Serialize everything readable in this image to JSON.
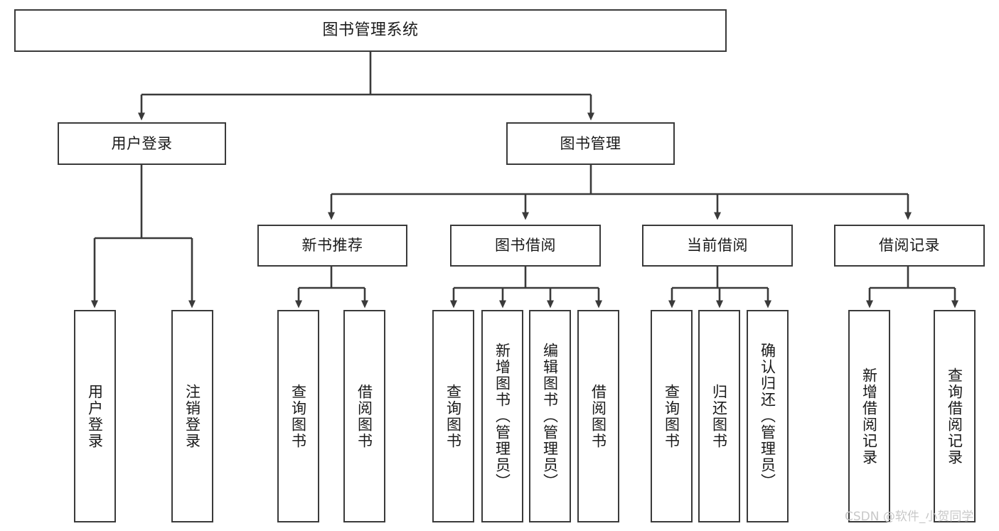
{
  "diagram": {
    "type": "hierarchy-tree",
    "title": "图书管理系统",
    "watermark": "CSDN @软件_小贺同学",
    "colors": {
      "stroke": "#3a3a3a",
      "fill": "#ffffff",
      "text": "#1a1a1a",
      "watermark": "#c8c8c8"
    },
    "nodes": {
      "root": {
        "label": "图书管理系统"
      },
      "level1": [
        {
          "label": "用户登录"
        },
        {
          "label": "图书管理"
        }
      ],
      "level2": [
        {
          "label": "新书推荐"
        },
        {
          "label": "图书借阅"
        },
        {
          "label": "当前借阅"
        },
        {
          "label": "借阅记录"
        }
      ],
      "leaves_user_login": [
        {
          "label": "用户登录"
        },
        {
          "label": "注销登录"
        }
      ],
      "leaves_new_book": [
        {
          "label": "查询图书"
        },
        {
          "label": "借阅图书"
        }
      ],
      "leaves_borrow": [
        {
          "label": "查询图书"
        },
        {
          "label": "新增图书（管理员）"
        },
        {
          "label": "编辑图书（管理员）"
        },
        {
          "label": "借阅图书"
        }
      ],
      "leaves_current": [
        {
          "label": "查询图书"
        },
        {
          "label": "归还图书"
        },
        {
          "label": "确认归还（管理员）"
        }
      ],
      "leaves_records": [
        {
          "label": "新增借阅记录"
        },
        {
          "label": "查询借阅记录"
        }
      ]
    }
  }
}
